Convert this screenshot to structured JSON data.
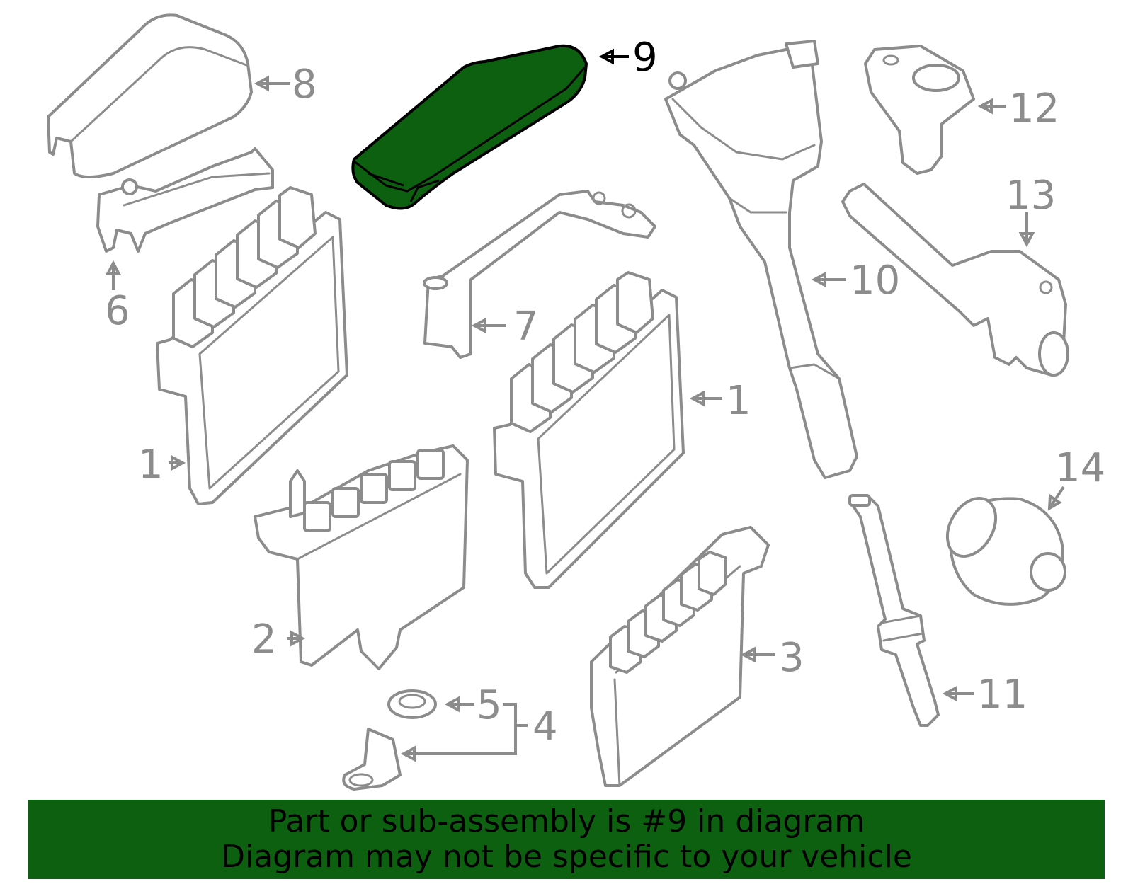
{
  "diagram": {
    "highlight_color": "#0d6010",
    "callouts": {
      "c1a": "1",
      "c1b": "1",
      "c2": "2",
      "c3": "3",
      "c4": "4",
      "c5": "5",
      "c6": "6",
      "c7": "7",
      "c8": "8",
      "c9": "9",
      "c10": "10",
      "c11": "11",
      "c12": "12",
      "c13": "13",
      "c14": "14"
    }
  },
  "footer": {
    "line1": "Part or sub-assembly is #9 in diagram",
    "line2": "Diagram may not be specific to your vehicle",
    "background": "#0d6010"
  }
}
